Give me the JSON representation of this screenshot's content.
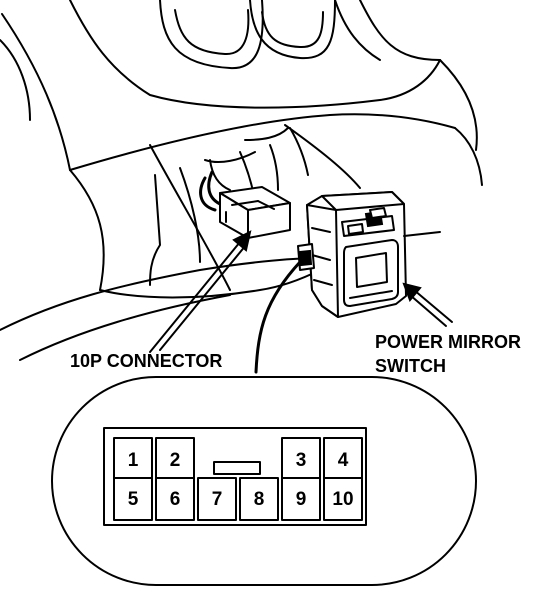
{
  "labels": {
    "connector": "10P CONNECTOR",
    "switch_line1": "POWER MIRROR",
    "switch_line2": "SWITCH"
  },
  "connector_pins": {
    "top_left": [
      "1",
      "2"
    ],
    "top_right": [
      "3",
      "4"
    ],
    "bottom": [
      "5",
      "6",
      "7",
      "8",
      "9",
      "10"
    ]
  }
}
